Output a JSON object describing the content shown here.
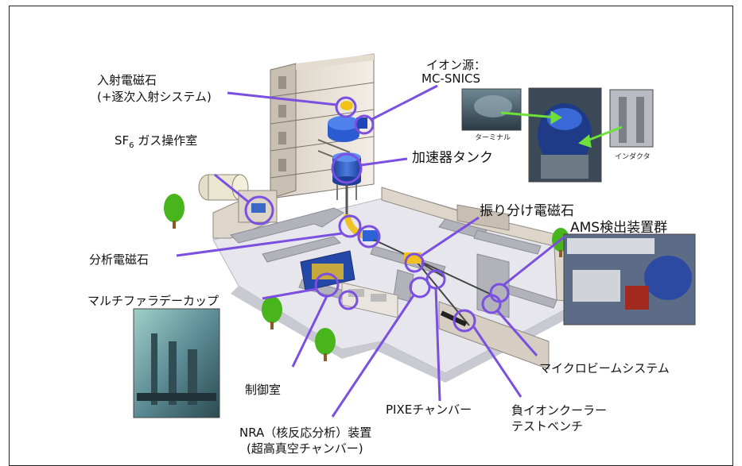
{
  "labels": {
    "injection_magnet_line1": "入射電磁石",
    "injection_magnet_line2": "(+逐次入射システム)",
    "ion_source_line1": "イオン源：",
    "ion_source_line2": "MC-SNICS",
    "sf6_prefix": "SF",
    "sf6_sub": "6",
    "sf6_suffix": " ガス操作室",
    "accelerator_tank": "加速器タンク",
    "switching_magnet": "振り分け電磁石",
    "ams_detectors": "AMS検出装置群",
    "analyzing_magnet": "分析電磁石",
    "multi_faraday_cup": "マルチファラデーカップ",
    "control_room": "制御室",
    "microbeam_system": "マイクロビームシステム",
    "pixe_chamber": "PIXEチャンバー",
    "ion_cooler_line1": "負イオンクーラー",
    "ion_cooler_line2": "テストベンチ",
    "nra_line1": "NRA（核反応分析）装置",
    "nra_line2": "(超高真空チャンバー)"
  },
  "photo_captions": {
    "terminal": "ターミナル",
    "inductor": "インダクタ"
  },
  "colors": {
    "callout": "#7b4fe0",
    "arrow": "#6fe03a",
    "floor": "#d9d9df",
    "wall": "#a9a9b0",
    "wall_top": "#f1ece4",
    "building": "#ece6dc",
    "tree": "#49b51d",
    "trunk": "#8b5a2b"
  }
}
